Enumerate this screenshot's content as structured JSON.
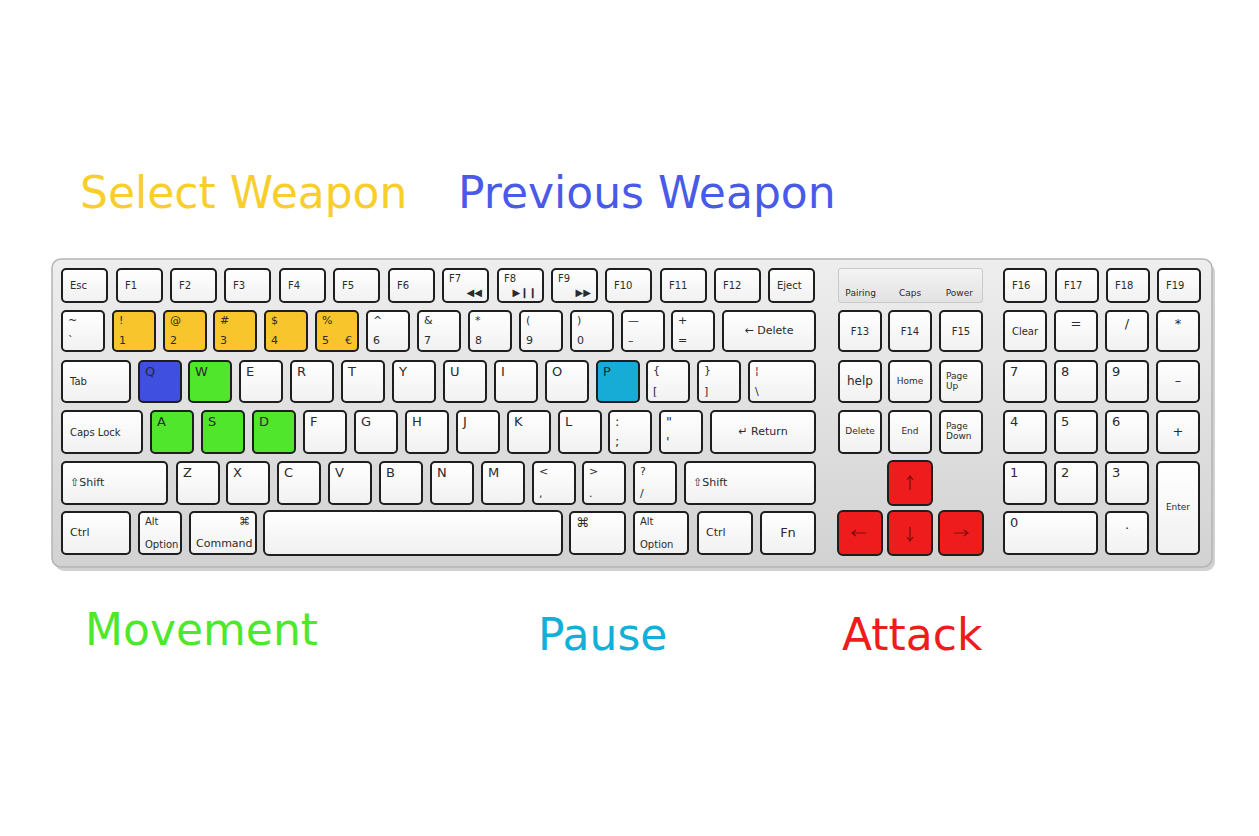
{
  "diagram": {
    "nodes": [
      {
        "text": [
          "Esc"
        ]
      },
      {
        "text": [
          "F1"
        ]
      },
      {
        "text": [
          "F2"
        ]
      },
      {
        "text": [
          "F3"
        ]
      },
      {
        "text": [
          "F4"
        ]
      },
      {
        "text": [
          "F5"
        ]
      },
      {
        "text": [
          "F6"
        ]
      },
      {
        "text": [
          "F7",
          "◀◀"
        ]
      },
      {
        "text": [
          "F8",
          "▶❙❙"
        ]
      },
      {
        "text": [
          "F9",
          "▶▶"
        ]
      },
      {
        "text": [
          "F10"
        ]
      },
      {
        "text": [
          "F11"
        ]
      },
      {
        "text": [
          "F12"
        ]
      },
      {
        "text": [
          "Eject"
        ]
      },
      {
        "text": [
          "Pairing",
          "Caps",
          "Power"
        ]
      },
      {
        "text": [
          "F16"
        ]
      },
      {
        "text": [
          "F17"
        ]
      },
      {
        "text": [
          "F18"
        ]
      },
      {
        "text": [
          "F19"
        ]
      },
      {
        "text": [
          "~",
          "`"
        ]
      },
      {
        "text": [
          "!",
          "1"
        ]
      },
      {
        "text": [
          "@",
          "2"
        ]
      },
      {
        "text": [
          "#",
          "3"
        ]
      },
      {
        "text": [
          "$",
          "4"
        ]
      },
      {
        "text": [
          "%",
          "5",
          "€"
        ]
      },
      {
        "text": [
          "^",
          "6"
        ]
      },
      {
        "text": [
          "&",
          "7"
        ]
      },
      {
        "text": [
          "*",
          "8"
        ]
      },
      {
        "text": [
          "(",
          "9"
        ]
      },
      {
        "text": [
          ")",
          "0"
        ]
      },
      {
        "text": [
          "—",
          "–"
        ]
      },
      {
        "text": [
          "+",
          "="
        ]
      },
      {
        "text": [
          "← Delete"
        ]
      },
      {
        "text": [
          "F13"
        ]
      },
      {
        "text": [
          "F14"
        ]
      },
      {
        "text": [
          "F15"
        ]
      },
      {
        "text": [
          "Clear"
        ]
      },
      {
        "text": [
          "="
        ]
      },
      {
        "text": [
          "/"
        ]
      },
      {
        "text": [
          "*"
        ]
      },
      {
        "text": [
          "Tab"
        ]
      },
      {
        "text": [
          "Q"
        ]
      },
      {
        "text": [
          "W"
        ]
      },
      {
        "text": [
          "E"
        ]
      },
      {
        "text": [
          "R"
        ]
      },
      {
        "text": [
          "T"
        ]
      },
      {
        "text": [
          "Y"
        ]
      },
      {
        "text": [
          "U"
        ]
      },
      {
        "text": [
          "I"
        ]
      },
      {
        "text": [
          "O"
        ]
      },
      {
        "text": [
          "P"
        ]
      },
      {
        "text": [
          "{",
          "["
        ]
      },
      {
        "text": [
          "}",
          "]"
        ]
      },
      {
        "text": [
          "¦",
          "\\"
        ]
      },
      {
        "text": [
          "help"
        ]
      },
      {
        "text": [
          "Home"
        ]
      },
      {
        "text": [
          "Page Up"
        ]
      },
      {
        "text": [
          "7"
        ]
      },
      {
        "text": [
          "8"
        ]
      },
      {
        "text": [
          "9"
        ]
      },
      {
        "text": [
          "–"
        ]
      },
      {
        "text": [
          "Caps Lock"
        ]
      },
      {
        "text": [
          "A"
        ]
      },
      {
        "text": [
          "S"
        ]
      },
      {
        "text": [
          "D"
        ]
      },
      {
        "text": [
          "F"
        ]
      },
      {
        "text": [
          "G"
        ]
      },
      {
        "text": [
          "H"
        ]
      },
      {
        "text": [
          "J"
        ]
      },
      {
        "text": [
          "K"
        ]
      },
      {
        "text": [
          "L"
        ]
      },
      {
        "text": [
          ":",
          ";"
        ]
      },
      {
        "text": [
          "\"",
          "'"
        ]
      },
      {
        "text": [
          "↵ Return"
        ]
      },
      {
        "text": [
          "Delete"
        ]
      },
      {
        "text": [
          "End"
        ]
      },
      {
        "text": [
          "Page Down"
        ]
      },
      {
        "text": [
          "4"
        ]
      },
      {
        "text": [
          "5"
        ]
      },
      {
        "text": [
          "6"
        ]
      },
      {
        "text": [
          "+"
        ]
      },
      {
        "text": [
          "⇧Shift"
        ]
      },
      {
        "text": [
          "Z"
        ]
      },
      {
        "text": [
          "X"
        ]
      },
      {
        "text": [
          "C"
        ]
      },
      {
        "text": [
          "V"
        ]
      },
      {
        "text": [
          "B"
        ]
      },
      {
        "text": [
          "N"
        ]
      },
      {
        "text": [
          "M"
        ]
      },
      {
        "text": [
          "<",
          ","
        ]
      },
      {
        "text": [
          ">",
          "."
        ]
      },
      {
        "text": [
          "?",
          "/"
        ]
      },
      {
        "text": [
          "⇧Shift"
        ]
      },
      {
        "text": [
          "1"
        ]
      },
      {
        "text": [
          "2"
        ]
      },
      {
        "text": [
          "3"
        ]
      },
      {
        "text": [
          "Enter"
        ]
      },
      {
        "text": [
          "Ctrl"
        ]
      },
      {
        "text": [
          "Alt",
          "Option"
        ]
      },
      {
        "text": [
          "⌘",
          "Command"
        ]
      },
      {
        "text": [
          "⌘"
        ]
      },
      {
        "text": [
          "Alt",
          "Option"
        ]
      },
      {
        "text": [
          "Ctrl"
        ]
      },
      {
        "text": [
          "Fn"
        ]
      },
      {
        "text": [
          "0"
        ]
      },
      {
        "text": [
          "."
        ]
      }
    ],
    "labels": [
      "Select Weapon",
      "Previous Weapon",
      "Movement",
      "Pause",
      "Attack"
    ]
  }
}
